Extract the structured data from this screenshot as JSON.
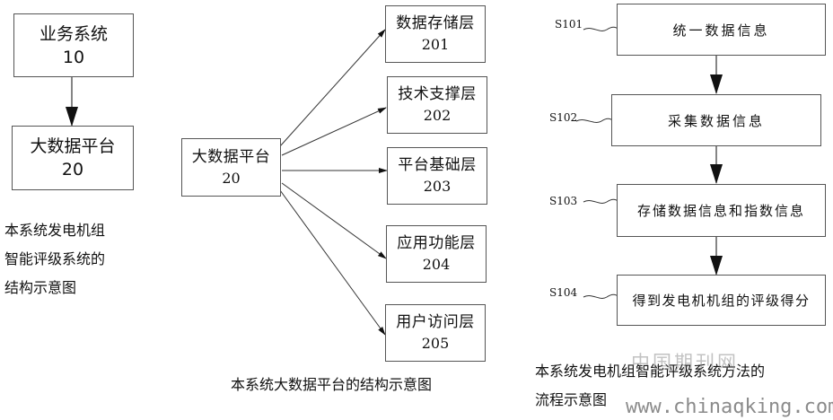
{
  "left_diagram": {
    "box_top": {
      "title": "业务系统",
      "number": "10"
    },
    "box_bottom": {
      "title": "大数据平台",
      "number": "20"
    },
    "caption_lines": [
      "本系统发电机组",
      "智能评级系统的",
      "结构示意图"
    ]
  },
  "middle_diagram": {
    "source": {
      "title": "大数据平台",
      "number": "20"
    },
    "layers": [
      {
        "title": "数据存储层",
        "number": "201"
      },
      {
        "title": "技术支撑层",
        "number": "202"
      },
      {
        "title": "平台基础层",
        "number": "203"
      },
      {
        "title": "应用功能层",
        "number": "204"
      },
      {
        "title": "用户访问层",
        "number": "205"
      }
    ],
    "caption": "本系统大数据平台的结构示意图"
  },
  "right_diagram": {
    "steps": [
      {
        "id": "S101",
        "label": "统一数据信息"
      },
      {
        "id": "S102",
        "label": "采集数据信息"
      },
      {
        "id": "S103",
        "label": "存储数据信息和指数信息"
      },
      {
        "id": "S104",
        "label": "得到发电机机组的评级得分"
      }
    ],
    "caption_lines": [
      "本系统发电机组智能评级系统方法的",
      "流程示意图"
    ]
  },
  "watermark": {
    "logo_text": "中国期刊网",
    "url": "www.chinaqking.com"
  }
}
